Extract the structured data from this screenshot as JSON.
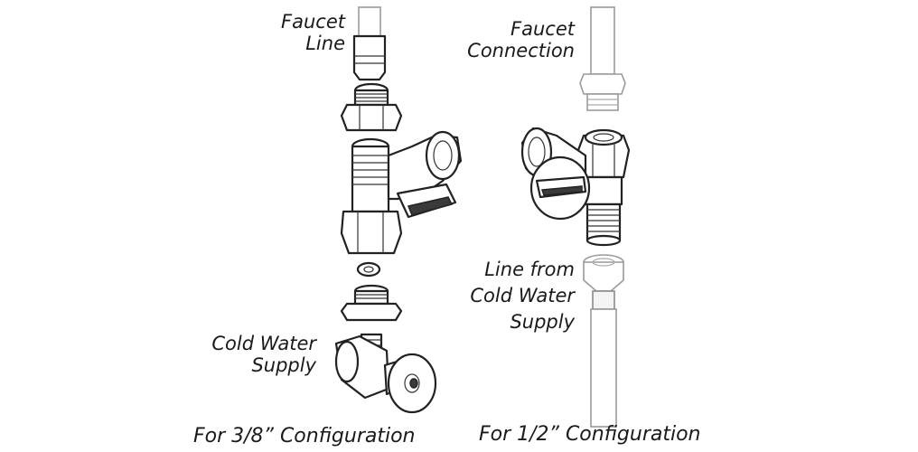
{
  "left_config": {
    "faucet_line_label": [
      "Faucet",
      "Line"
    ],
    "cold_water_label": [
      "Cold Water",
      "Supply"
    ],
    "caption": "For 3/8” Configuration"
  },
  "right_config": {
    "faucet_connection_label": [
      "Faucet",
      "Connection"
    ],
    "line_from_label": [
      "Line from",
      "Cold Water",
      "Supply"
    ],
    "caption": "For 1/2” Configuration"
  }
}
